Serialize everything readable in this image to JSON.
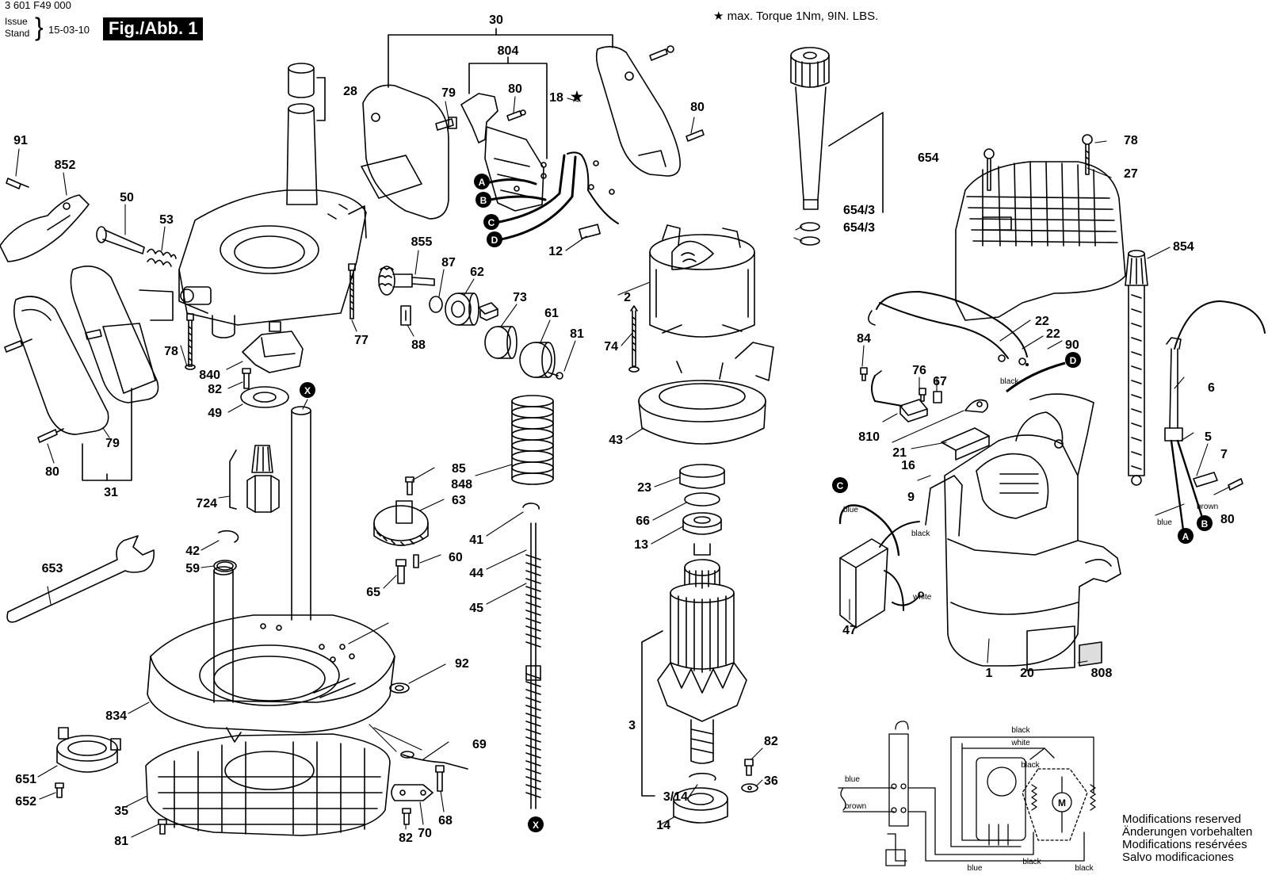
{
  "header": {
    "doc_number": "3 601 F49 000",
    "issue_label_1": "Issue",
    "issue_label_2": "Stand",
    "issue_date": "15-03-10",
    "figure_label": "Fig./Abb. 1",
    "torque_star": "★",
    "torque_note": "max. Torque 1Nm,  9IN. LBS."
  },
  "footer": {
    "modifications": [
      "Modifications reserved",
      "Änderungen vorbehalten",
      "Modifications resérvées",
      "Salvo modificaciones"
    ]
  },
  "part_numbers": {
    "p30": "30",
    "p804": "804",
    "p79a": "79",
    "p80a": "80",
    "p18": "18",
    "p28": "28",
    "p91": "91",
    "p852": "852",
    "p50": "50",
    "p53": "53",
    "p855": "855",
    "p87": "87",
    "p62": "62",
    "p73": "73",
    "p61": "61",
    "p81a": "81",
    "p88": "88",
    "p77": "77",
    "p78a": "78",
    "p840": "840",
    "p82a": "82",
    "p49": "49",
    "p79b": "79",
    "p80b": "80",
    "p31": "31",
    "p724": "724",
    "p653": "653",
    "p42": "42",
    "p59": "59",
    "p85": "85",
    "p63": "63",
    "p60": "60",
    "p65": "65",
    "p848": "848",
    "p41": "41",
    "p44": "44",
    "p45": "45",
    "p92": "92",
    "p834": "834",
    "p69": "69",
    "p651": "651",
    "p652": "652",
    "p35": "35",
    "p81b": "81",
    "p82b": "82",
    "p70": "70",
    "p68": "68",
    "p12": "12",
    "p80c": "80",
    "p654": "654",
    "p654_3a": "654/3",
    "p654_3b": "654/3",
    "p2": "2",
    "p74": "74",
    "p43": "43",
    "p23": "23",
    "p66": "66",
    "p13": "13",
    "p3": "3",
    "p82c": "82",
    "p36": "36",
    "p3_14": "3/14",
    "p14": "14",
    "p78b": "78",
    "p27": "27",
    "p854": "854",
    "p22a": "22",
    "p22b": "22",
    "p84": "84",
    "p76": "76",
    "p67": "67",
    "p90": "90",
    "p810": "810",
    "p21": "21",
    "p16": "16",
    "p9": "9",
    "p6": "6",
    "p5": "5",
    "p7": "7",
    "p80d": "80",
    "p47": "47",
    "p1": "1",
    "p20": "20",
    "p808": "808"
  },
  "callouts": {
    "A": "A",
    "B": "B",
    "C": "C",
    "D": "D",
    "X": "X",
    "A2": "A",
    "B2": "B",
    "C2": "C",
    "D2": "D",
    "X2": "X"
  },
  "wire_labels": {
    "black1": "black",
    "blue1": "blue",
    "black2": "black",
    "white1": "white",
    "blue2": "blue",
    "brown1": "brown"
  },
  "schematic": {
    "top_black": "black",
    "top_white": "white",
    "mid_black": "black",
    "blue": "blue",
    "brown": "brown",
    "bottom_blue": "blue",
    "bottom_black1": "black",
    "bottom_black2": "black",
    "motor": "M"
  }
}
